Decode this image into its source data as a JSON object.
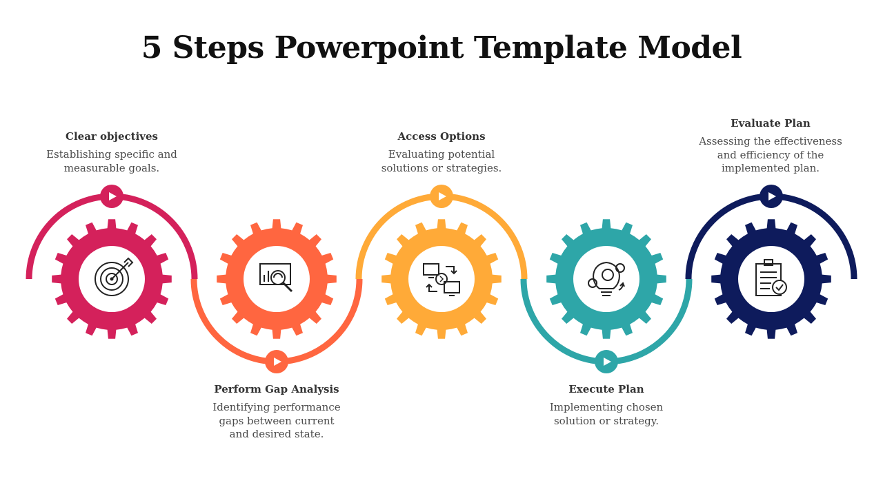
{
  "title": "5 Steps Powerpoint Template Model",
  "steps": [
    {
      "title": "Clear objectives",
      "description": "Establishing specific and measurable goals.",
      "color": "#D4215B",
      "icon": "target-icon",
      "arc": "top"
    },
    {
      "title": "Perform Gap Analysis",
      "description": "Identifying performance gaps between current and desired state.",
      "color": "#FF6640",
      "icon": "gap-analysis-icon",
      "arc": "bottom"
    },
    {
      "title": "Access Options",
      "description": "Evaluating potential solutions or strategies.",
      "color": "#FFAA38",
      "icon": "options-exchange-icon",
      "arc": "top"
    },
    {
      "title": "Execute Plan",
      "description": "Implementing chosen solution or strategy.",
      "color": "#2EA6A8",
      "icon": "lightbulb-gear-icon",
      "arc": "bottom"
    },
    {
      "title": "Evaluate Plan",
      "description": "Assessing the effectiveness and efficiency of the implemented plan.",
      "color": "#0E1B5C",
      "icon": "checklist-icon",
      "arc": "top"
    }
  ]
}
